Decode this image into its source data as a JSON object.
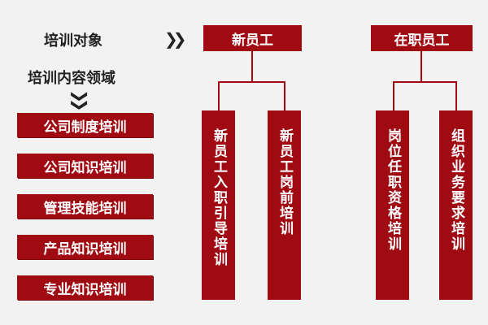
{
  "left": {
    "target_label": "培训对象",
    "content_label": "培训内容领域",
    "chevron_right": "❯❯",
    "chevron_down": "❯❯",
    "areas": [
      "公司制度培训",
      "公司知识培训",
      "管理技能培训",
      "产品知识培训",
      "专业知识培训"
    ]
  },
  "groups": [
    {
      "title": "新员工",
      "items": [
        "新员工入职引导培训",
        "新员工岗前培训"
      ]
    },
    {
      "title": "在职员工",
      "items": [
        "岗位任职资格培训",
        "组织业务要求培训"
      ]
    }
  ],
  "colors": {
    "accent": "#a00a12",
    "background": "#f2f2f2"
  }
}
